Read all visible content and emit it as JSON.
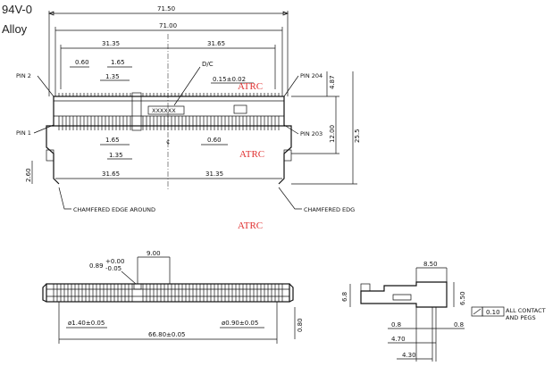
{
  "header": {
    "material": "94V-0",
    "alloy": "Alloy"
  },
  "watermark": "ATRC",
  "top_view": {
    "overall_length": "71.50",
    "body_length": "71.00",
    "left_top": "31.35",
    "right_top": "31.65",
    "left_bottom": "31.65",
    "right_bottom": "31.35",
    "pitch_a": "0.60",
    "span_a": "1.65",
    "span_b": "1.35",
    "pitch_b": "1.65",
    "span_c": "1.35",
    "pitch_c": "0.60",
    "dc_label": "D/C",
    "tol_label": "0.15±0.02",
    "pin2": "PIN 2",
    "pin1": "PIN 1",
    "pin204": "PIN 204",
    "pin203": "PIN 203",
    "h1": "4.87",
    "h2": "12.00",
    "h3": "25.5",
    "h_left": "2.60",
    "cl": "¢",
    "marking": "XXXXXX",
    "chamfer_left": "CHAMFERED EDGE AROUND",
    "chamfer_right": "CHAMFERED EDG"
  },
  "front_view": {
    "notch": "9.00",
    "key_w": "0.89",
    "key_tol_plus": "+0.00",
    "key_tol_minus": "-0.05",
    "hole_left": "ø1.40±0.05",
    "hole_right": "ø0.90±0.05",
    "peg_span": "66.80±0.05",
    "peg_h": "0.80"
  },
  "side_view": {
    "width": "8.50",
    "height_l": "6.8",
    "height_r": "6.50",
    "tol_box": "0.10",
    "note_1": "ALL CONTACT",
    "note_2": "AND PEGS",
    "d1": "0.8",
    "d2": "0.8",
    "d3": "4.70",
    "d4": "4.30"
  }
}
